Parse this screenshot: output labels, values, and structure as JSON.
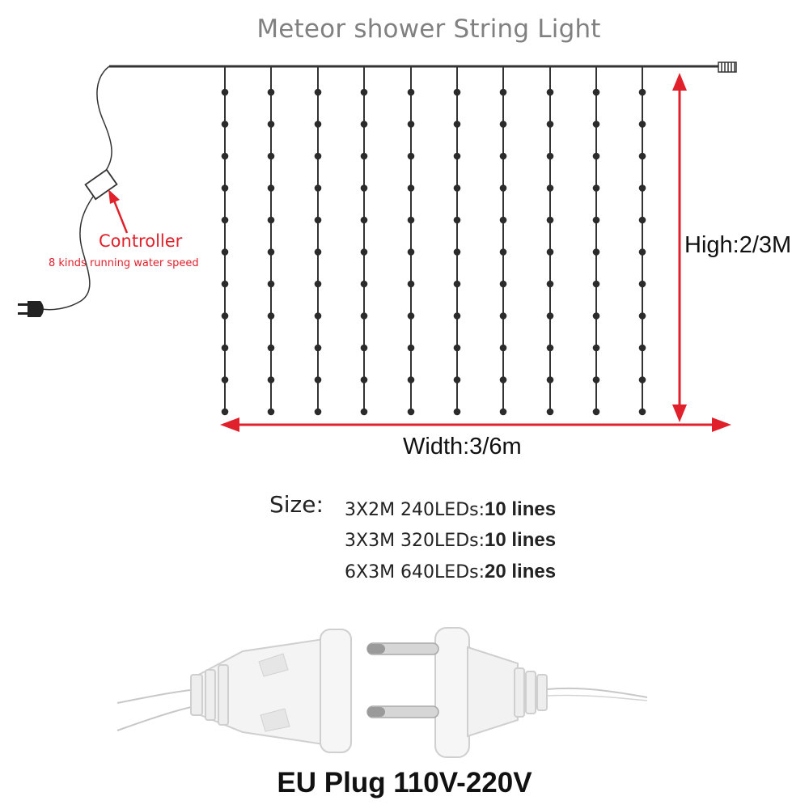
{
  "title": "Meteor shower String Light",
  "controller": {
    "label": "Controller",
    "sublabel": "8 kinds running water speed"
  },
  "dimensions": {
    "height": "High:2/3M",
    "width": "Width:3/6m"
  },
  "size": {
    "label": "Size:",
    "rows": [
      {
        "model": "3X2M 240LEDs:",
        "lines": "10 lines"
      },
      {
        "model": "3X3M 320LEDs:",
        "lines": "10 lines"
      },
      {
        "model": "6X3M 640LEDs:",
        "lines": "20 lines"
      }
    ]
  },
  "plug": {
    "caption": "EU Plug 110V-220V"
  },
  "colors": {
    "accent": "#e0202a",
    "wire": "#333333",
    "led": "#2b2b2b"
  }
}
